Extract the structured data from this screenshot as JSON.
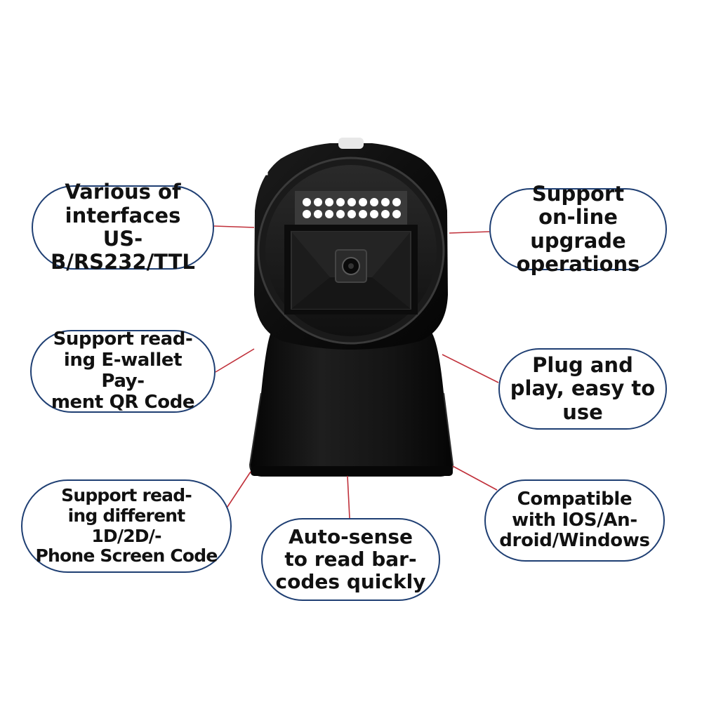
{
  "colors": {
    "bubble_border": "#1f3f73",
    "leader_line": "#c0303a",
    "scanner_body": "#111111",
    "led": "#ffffff"
  },
  "callouts": [
    {
      "id": "interfaces",
      "text": "Various of\ninterfaces US-\nB/RS232/TTL"
    },
    {
      "id": "upgrade",
      "text": "Support\non-line upgrade\noperations"
    },
    {
      "id": "ewallet",
      "text": "Support read-\ning E-wallet Pay-\nment QR Code"
    },
    {
      "id": "plug-play",
      "text": "Plug and\nplay, easy to\nuse"
    },
    {
      "id": "codes",
      "text": "Support read-\ning different 1D/2D/-\nPhone Screen Code"
    },
    {
      "id": "auto-sense",
      "text": "Auto-sense\nto read bar-\ncodes quickly"
    },
    {
      "id": "compatible",
      "text": "Compatible\nwith IOS/An-\ndroid/Windows"
    }
  ]
}
